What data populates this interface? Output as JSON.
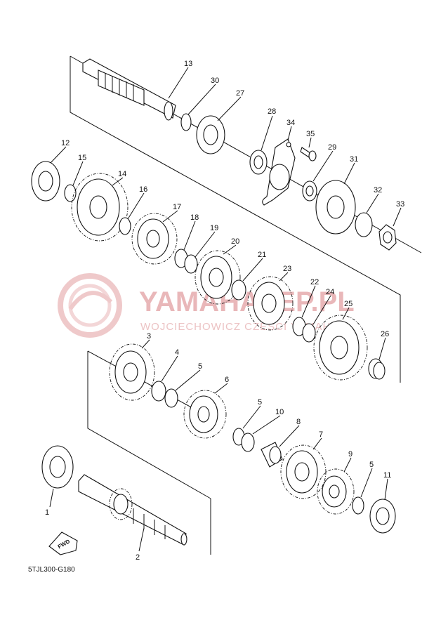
{
  "diagram": {
    "reference_code": "5TJL300-G180",
    "fwd_label": "FWD",
    "watermark": {
      "title": "YAMAHALEP.PL",
      "subtitle": "WOJCIECHOWICZ CZESCI YAMAHA"
    },
    "labels": [
      "1",
      "2",
      "3",
      "4",
      "5",
      "5",
      "5",
      "6",
      "7",
      "8",
      "9",
      "10",
      "11",
      "12",
      "13",
      "14",
      "15",
      "16",
      "17",
      "18",
      "19",
      "20",
      "21",
      "22",
      "23",
      "24",
      "25",
      "26",
      "27",
      "28",
      "29",
      "30",
      "31",
      "32",
      "33",
      "34",
      "35"
    ]
  }
}
